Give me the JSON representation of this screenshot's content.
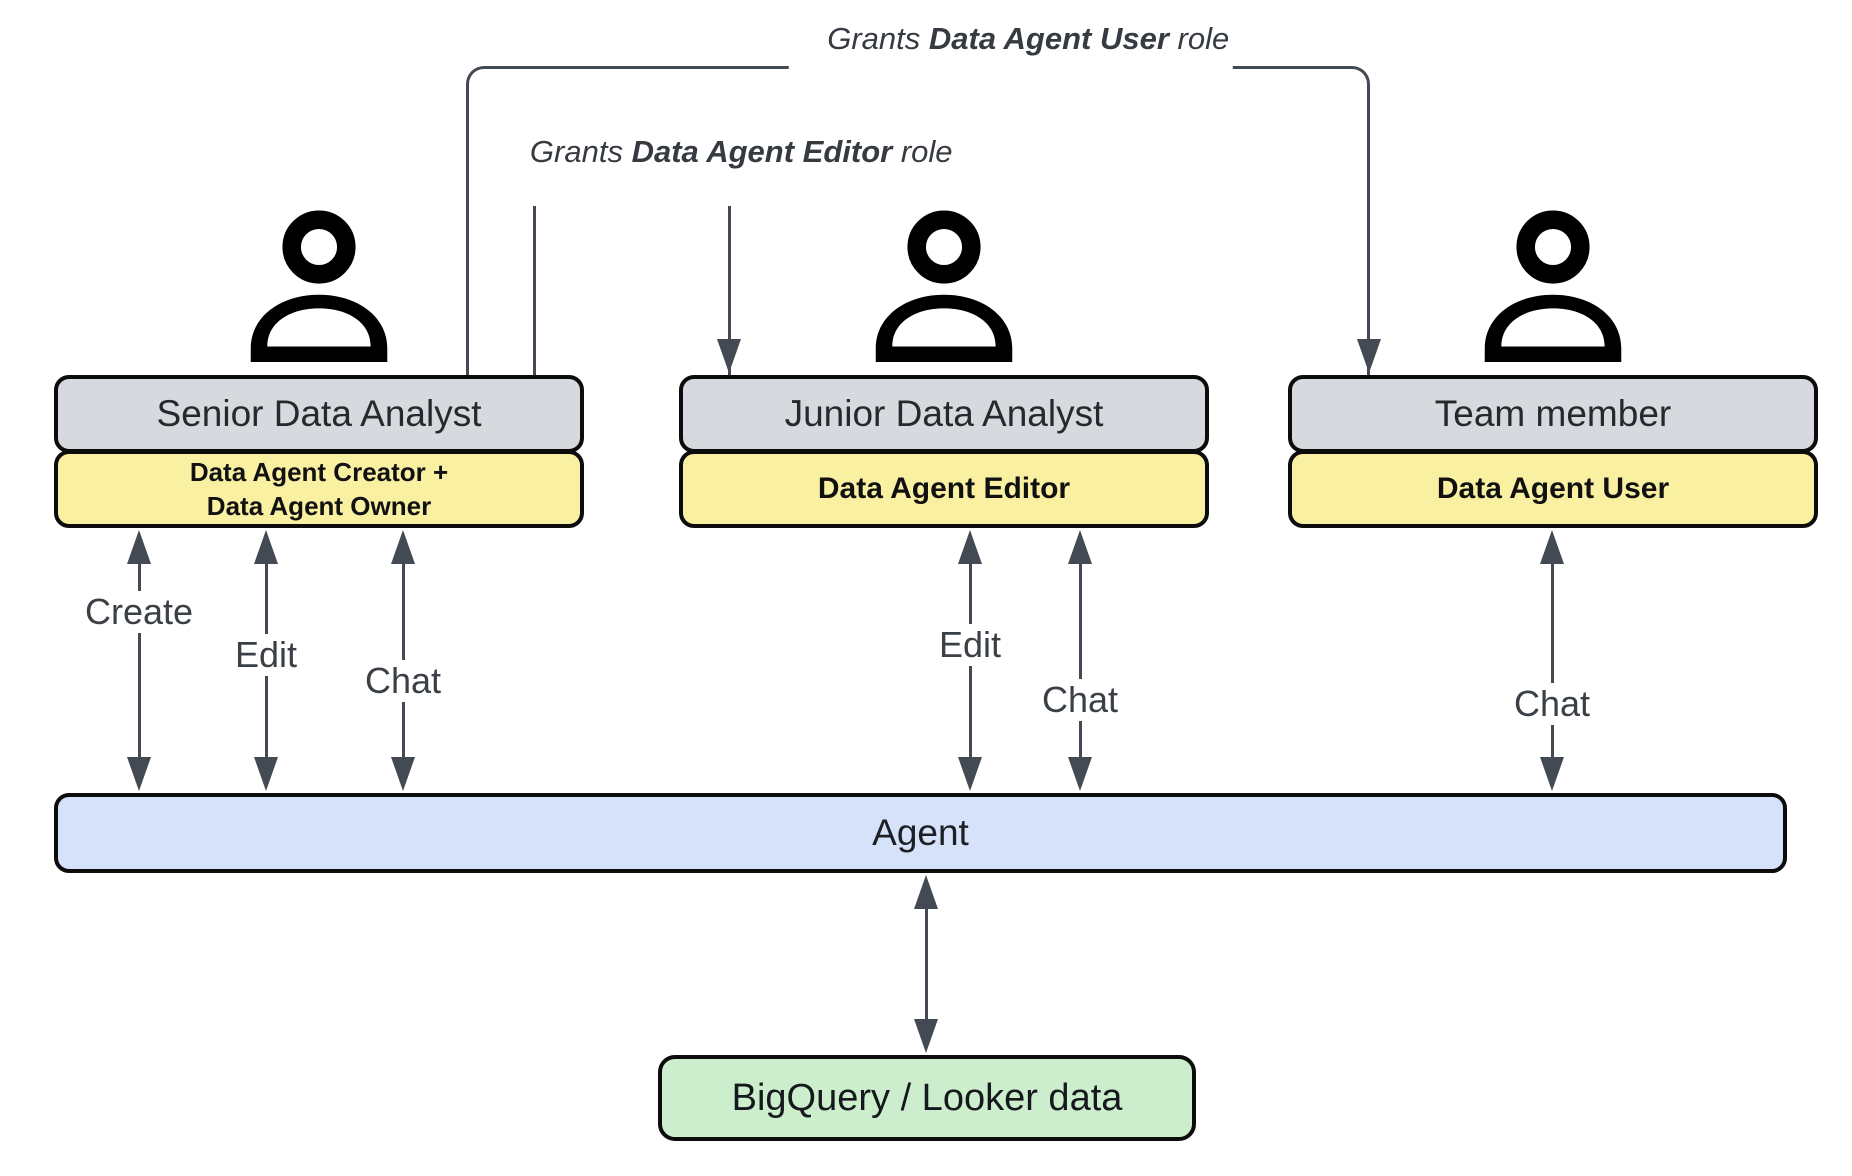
{
  "colors": {
    "gray_fill": "#d6d9dd",
    "yellow_fill": "#f9f1a1",
    "blue_fill": "#d5e2f9",
    "green_fill": "#cdeecd",
    "line": "#434a54",
    "border": "#0c0c0c"
  },
  "grant_arrows": [
    {
      "prefix": "Grants ",
      "role": "Data Agent User",
      "suffix": " role"
    },
    {
      "prefix": "Grants ",
      "role": "Data Agent Editor",
      "suffix": " role"
    }
  ],
  "actors": [
    {
      "name": "Senior Data Analyst",
      "agent_roles": [
        "Data Agent Creator +",
        "Data Agent Owner"
      ],
      "actions": [
        "Create",
        "Edit",
        "Chat"
      ]
    },
    {
      "name": "Junior Data Analyst",
      "agent_roles": [
        "Data Agent Editor"
      ],
      "actions": [
        "Edit",
        "Chat"
      ]
    },
    {
      "name": "Team member",
      "agent_roles": [
        "Data Agent User"
      ],
      "actions": [
        "Chat"
      ]
    }
  ],
  "agent": {
    "label": "Agent"
  },
  "datastore": {
    "label": "BigQuery / Looker data"
  }
}
